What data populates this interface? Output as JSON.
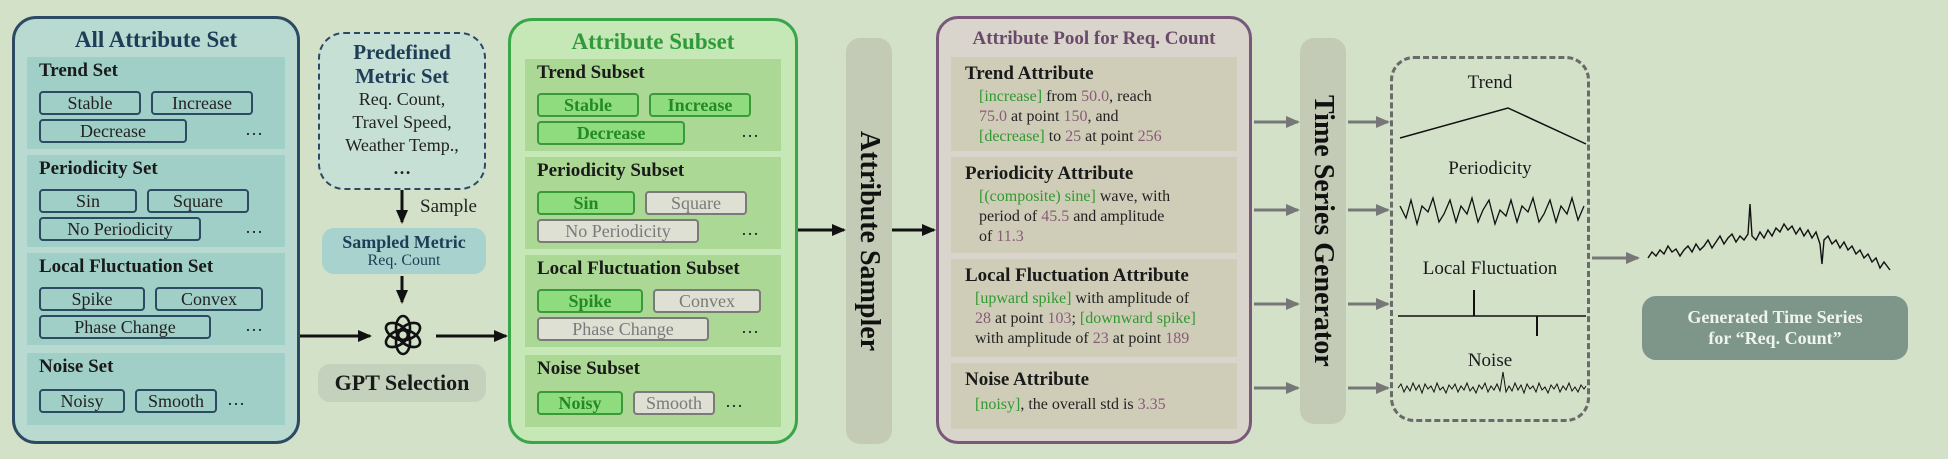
{
  "all_set": {
    "title": "All Attribute Set",
    "trend": {
      "title": "Trend Set",
      "items": [
        "Stable",
        "Increase",
        "Decrease",
        "…"
      ]
    },
    "periodicity": {
      "title": "Periodicity Set",
      "items": [
        "Sin",
        "Square",
        "No Periodicity",
        "…"
      ]
    },
    "local": {
      "title": "Local Fluctuation Set",
      "items": [
        "Spike",
        "Convex",
        "Phase Change",
        "…"
      ]
    },
    "noise": {
      "title": "Noise Set",
      "items": [
        "Noisy",
        "Smooth",
        "…"
      ]
    }
  },
  "predefined": {
    "title_line1": "Predefined",
    "title_line2": "Metric Set",
    "items": [
      "Req. Count,",
      "Travel Speed,",
      "Weather Temp.,",
      "…"
    ],
    "sample_label": "Sample"
  },
  "sampled_metric": {
    "title": "Sampled Metric",
    "value": "Req. Count"
  },
  "gpt": {
    "label": "GPT Selection"
  },
  "subset": {
    "title": "Attribute Subset",
    "trend": {
      "title": "Trend Subset",
      "items": [
        "Stable",
        "Increase",
        "Decrease",
        "…"
      ]
    },
    "periodicity": {
      "title": "Periodicity Subset",
      "items": [
        "Sin",
        "Square",
        "No Periodicity",
        "…"
      ]
    },
    "local": {
      "title": "Local Fluctuation Subset",
      "items": [
        "Spike",
        "Convex",
        "Phase Change",
        "…"
      ]
    },
    "noise": {
      "title": "Noise Subset",
      "items": [
        "Noisy",
        "Smooth",
        "…"
      ]
    }
  },
  "sampler": {
    "label": "Attribute Sampler"
  },
  "pool": {
    "title": "Attribute Pool for Req. Count",
    "trend": {
      "title": "Trend Attribute",
      "t1": "[increase]",
      "t2": " from ",
      "t3": "50.0",
      "t4": ", reach",
      "t5": "75.0",
      "t6": " at point ",
      "t7": "150",
      "t8": ", and",
      "t9": "[decrease]",
      "t10": " to ",
      "t11": "25",
      "t12": " at point ",
      "t13": "256"
    },
    "periodicity": {
      "title": "Periodicity Attribute",
      "t1": "[(composite) sine]",
      "t2": " wave, with",
      "t3": "period of ",
      "t4": "45.5",
      "t5": " and amplitude",
      "t6": "of ",
      "t7": "11.3"
    },
    "local": {
      "title": "Local Fluctuation Attribute",
      "t1": "[upward spike]",
      "t2": " with amplitude of",
      "t3": "28",
      "t4": " at point ",
      "t5": "103",
      "t6": "; ",
      "t7": "[downward spike]",
      "t8": "with amplitude of ",
      "t9": "23",
      "t10": " at point ",
      "t11": "189"
    },
    "noise": {
      "title": "Noise Attribute",
      "t1": "[noisy]",
      "t2": ", the overall std is ",
      "t3": "3.35"
    }
  },
  "generator": {
    "label": "Time Series Generator"
  },
  "components": {
    "trend": "Trend",
    "periodicity": "Periodicity",
    "local": "Local Fluctuation",
    "noise": "Noise"
  },
  "result": {
    "line1": "Generated Time Series",
    "line2": "for “Req. Count”"
  }
}
